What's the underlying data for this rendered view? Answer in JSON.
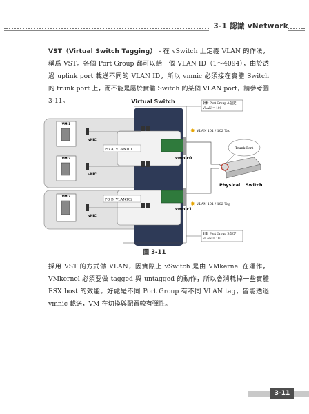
{
  "header": {
    "section": "3-1 認識 vNetwork"
  },
  "intro": {
    "term": "VST（Virtual Switch Tagging）",
    "text": "- 在 vSwitch 上定義 VLAN 的作法，稱爲 VST。各個 Port Group 都可以給一個 VLAN ID（1～4094），由於透過 uplink port 載送不同的 VLAN ID，所以 vmnic 必須接在實體 Switch 的 trunk port 上，而不能是屬於實體 Switch 的某個 VLAN port，請參考圖 3-11。"
  },
  "figure": {
    "title": "Virtual Switch",
    "note_a": [
      "針對 Port Group A 設定：",
      "VLAN = 101"
    ],
    "note_b": [
      "針對 Port Group B 設定：",
      "VLAN = 102"
    ],
    "vm1": "VM 1",
    "vm2": "VM 2",
    "vm3": "VM 3",
    "vnic": "vNIC",
    "pg_a": "PG A, VLAN101",
    "pg_b": "PG B, VLAN102",
    "tag_top": "VLAN 101 / 102 Tag",
    "tag_bottom": "VLAN 101 / 102 Tag",
    "vmnic0": "vmnic0",
    "vmnic1": "vmnic1",
    "trunk_port": "Trunk Port",
    "physical": "Physical",
    "switch": "Switch"
  },
  "caption": "圖 3-11",
  "para2": "採用 VST 的方式做 VLAN，因實際上 vSwitch 是由 VMkernel 在運作，VMkernel 必須要做 tagged 與 untagged 的動作，所以會消耗掉一些實體 ESX host 的效能。好處是不同 Port Group 有不同 VLAN tag，皆能透過 vmnic 載送，VM 在切換與配置較有彈性。",
  "page_number": "3-11"
}
